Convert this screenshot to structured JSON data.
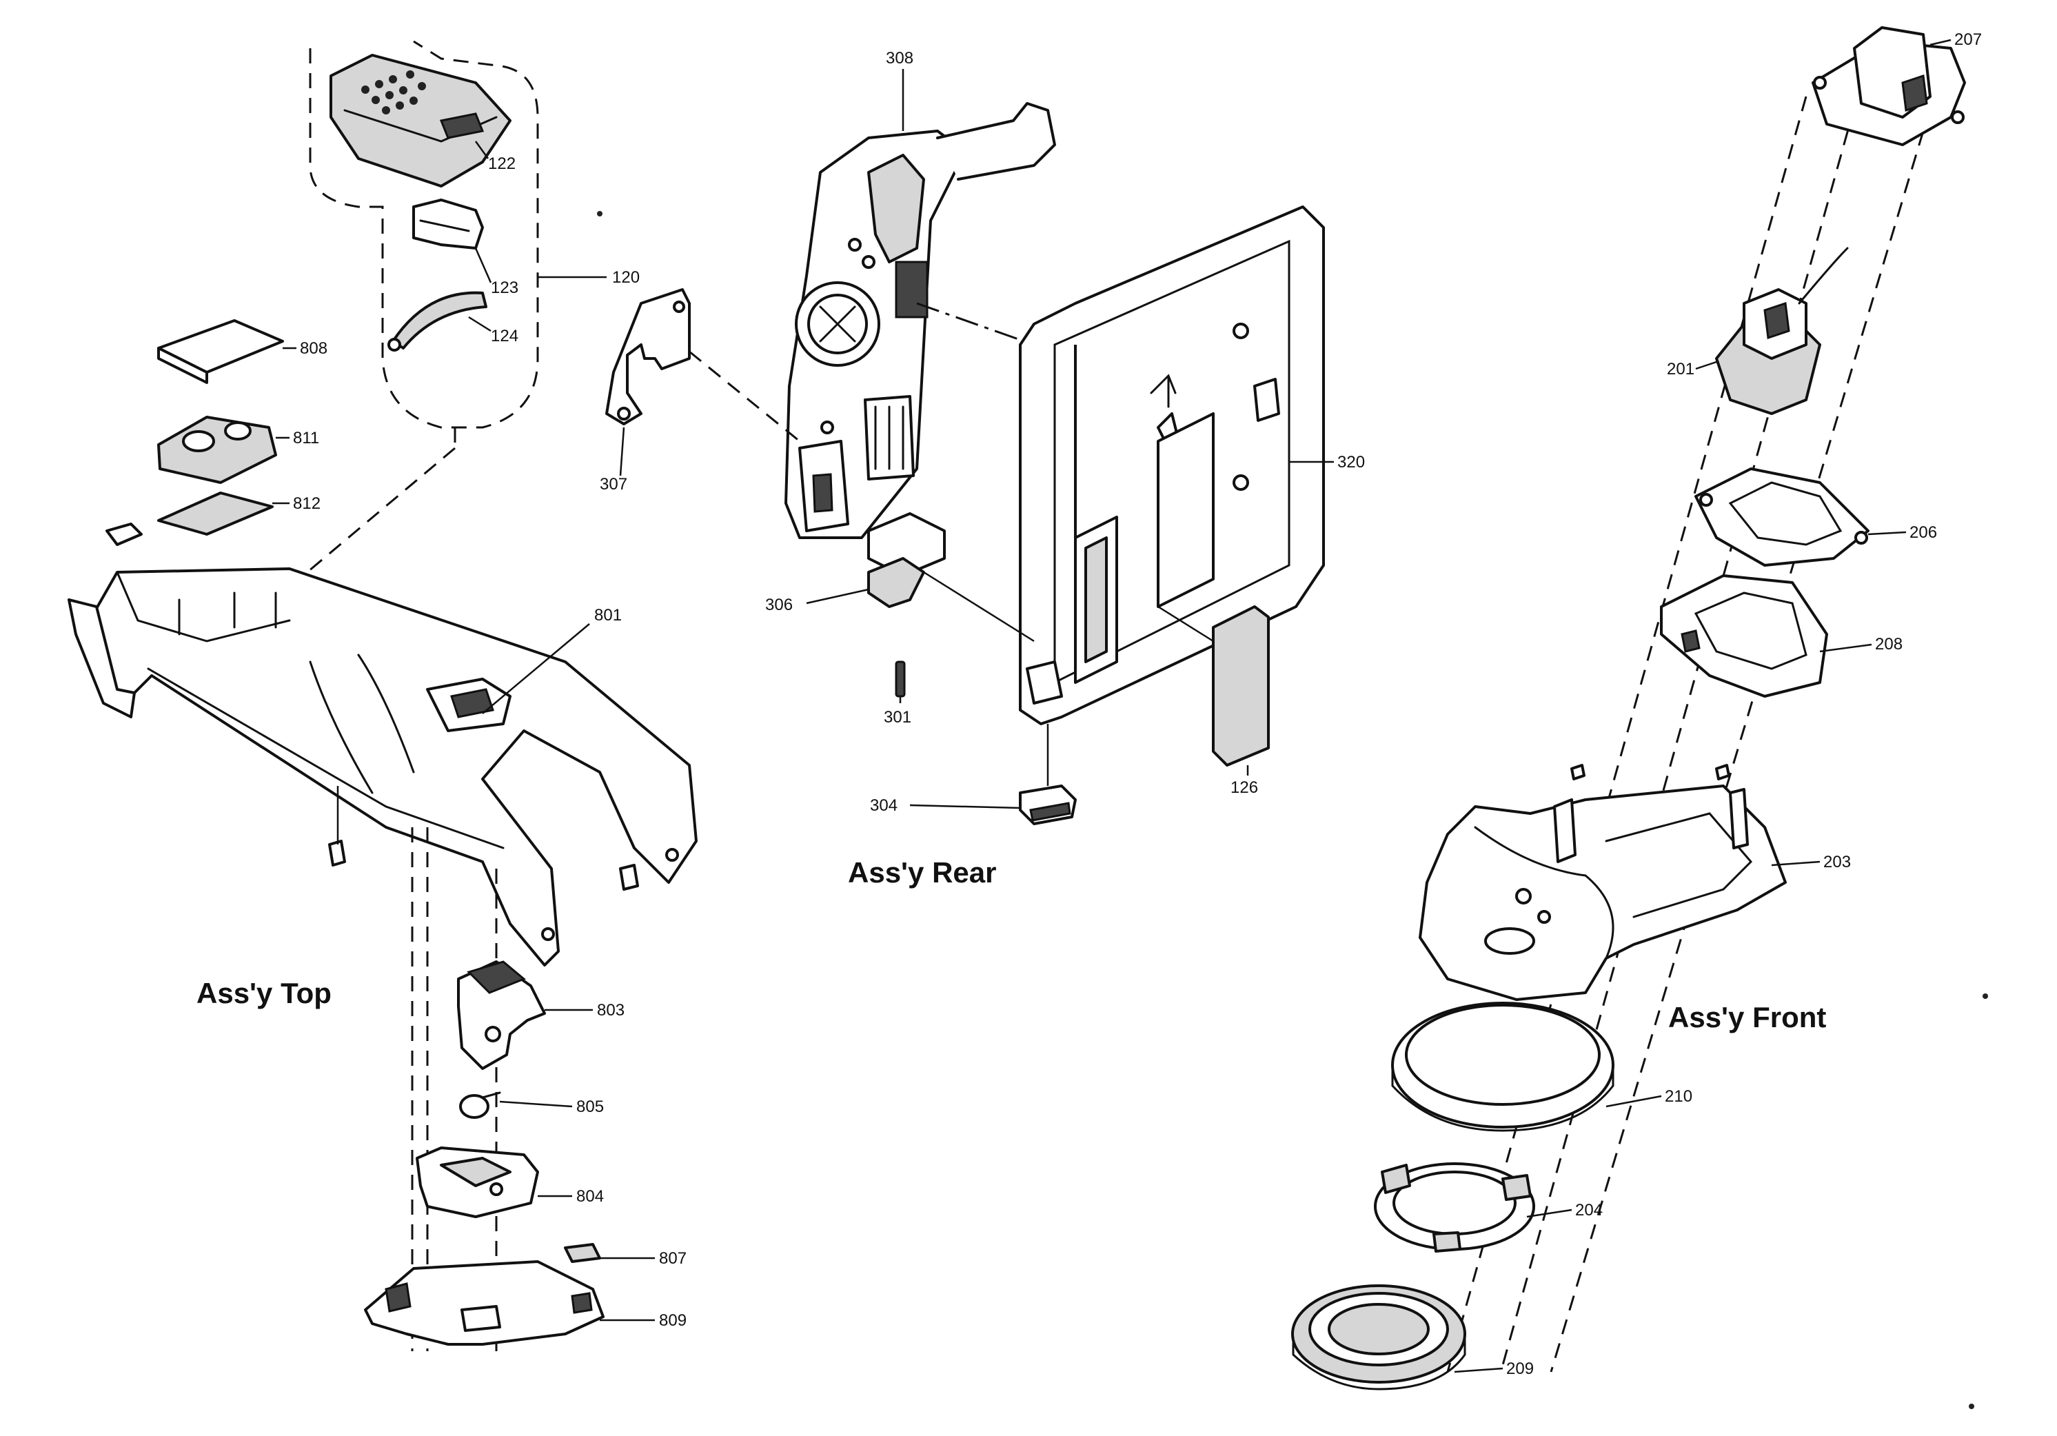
{
  "assemblies": {
    "top": "Ass'y Top",
    "rear": "Ass'y Rear",
    "front": "Ass'y Front"
  },
  "callouts": {
    "p122": "122",
    "p123": "123",
    "p124": "124",
    "p120": "120",
    "p808": "808",
    "p811": "811",
    "p812": "812",
    "p801": "801",
    "p803": "803",
    "p805": "805",
    "p804": "804",
    "p807": "807",
    "p809": "809",
    "p308": "308",
    "p307": "307",
    "p320": "320",
    "p306": "306",
    "p301": "301",
    "p304": "304",
    "p126": "126",
    "p207": "207",
    "p201": "201",
    "p206": "206",
    "p208": "208",
    "p203": "203",
    "p210": "210",
    "p204": "204",
    "p209": "209"
  }
}
